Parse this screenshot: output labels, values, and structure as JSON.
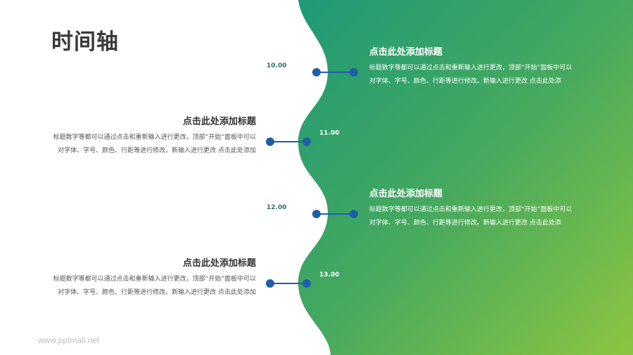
{
  "page": {
    "title": "时间轴",
    "watermark": "www.pptmall.net"
  },
  "colors": {
    "gradient_start": "#1f9a78",
    "gradient_end": "#8cc540",
    "connector": "#1f5fa8",
    "time_dark": "#2f6d63",
    "title_text": "#3a3a3a"
  },
  "timeline": [
    {
      "time": "10.00",
      "side": "right",
      "title": "点击此处添加标题",
      "desc_line1": "标题数字等都可以通过点击和重新输入进行更改，顶部“开始”面板中可以",
      "desc_line2": "对字体、字号、颜色、行距等进行修改。新输入进行更改 点击此处添"
    },
    {
      "time": "11.00",
      "side": "left",
      "title": "点击此处添加标题",
      "desc_line1": "标题数字等都可以通过点击和重新输入进行更改，顶部“开始”面板中可以",
      "desc_line2": "对字体、字号、颜色、行距等进行修改。新输入进行更改 点击此处添加"
    },
    {
      "time": "12.00",
      "side": "right",
      "title": "点击此处添加标题",
      "desc_line1": "标题数字等都可以通过点击和重新输入进行更改，顶部“开始”面板中可以",
      "desc_line2": "对字体、字号、颜色、行距等进行修改。新输入进行更改 点击此处添"
    },
    {
      "time": "13.00",
      "side": "left",
      "title": "点击此处添加标题",
      "desc_line1": "标题数字等都可以通过点击和重新输入进行更改，顶部“开始”面板中可以",
      "desc_line2": "对字体、字号、颜色、行距等进行修改。新输入进行更改 点击此处添加"
    }
  ]
}
